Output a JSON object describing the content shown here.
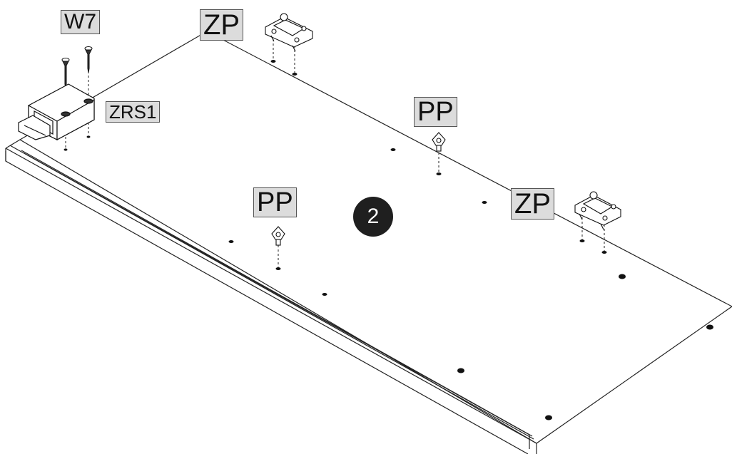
{
  "step": {
    "number": "2"
  },
  "labels": {
    "w7": "W7",
    "zrs1": "ZRS1",
    "zp_top": "ZP",
    "zp_right": "ZP",
    "pp_top": "PP",
    "pp_mid": "PP"
  },
  "parts": [
    {
      "name": "screw-w7",
      "label": "W7"
    },
    {
      "name": "drawer-catch-zrs1",
      "label": "ZRS1"
    },
    {
      "name": "hinge-plate-zp",
      "label": "ZP"
    },
    {
      "name": "shelf-pin-pp",
      "label": "PP"
    }
  ],
  "colors": {
    "line": "#222222",
    "label_bg": "#dcdcdc",
    "badge": "#1f1f1f"
  }
}
